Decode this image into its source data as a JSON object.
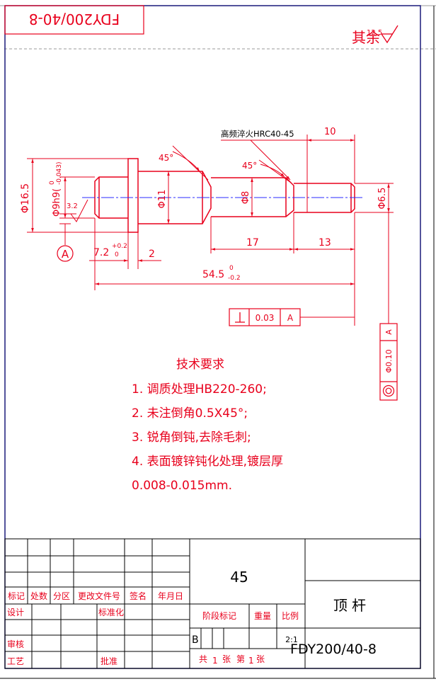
{
  "drawing_number_rotated": "FDY200/40-8",
  "surface_finish_note": {
    "prefix": "其余",
    "value": "12.5"
  },
  "hardening_note": "高频淬火HRC40-45",
  "dimensions": {
    "len_10": "10",
    "chamfer_left": "45°",
    "chamfer_right": "45°",
    "dia_16_5": "Φ16.5",
    "dia_9h9": "Φ9h9(",
    "tol_9h9_upper": "0",
    "tol_9h9_lower": "-0.043)",
    "rough_3_2": "3.2",
    "datum_a": "A",
    "dia_11": "Φ11",
    "dia_8": "Φ8",
    "dia_6_5": "Φ6.5",
    "len_7_2": "7.2",
    "tol_7_2_upper": "+0.2",
    "tol_7_2_lower": "0",
    "len_2": "2",
    "len_17": "17",
    "len_13": "13",
    "len_54_5": "54.5",
    "tol_54_5_upper": "0",
    "tol_54_5_lower": "-0.2"
  },
  "geometric_tolerances": {
    "perpendicularity_value": "0.03",
    "perpendicularity_datum": "A",
    "concentricity_value": "Φ0.10",
    "concentricity_datum": "A"
  },
  "technical_requirements": {
    "title": "技术要求",
    "items": [
      "1. 调质处理HB220-260;",
      "2. 未注倒角0.5X45°;",
      "3. 锐角倒钝,去除毛刺;",
      "4. 表面镀锌钝化处理,镀层厚",
      "0.008-0.015mm."
    ]
  },
  "title_block": {
    "material": "45",
    "part_name": "顶  杆",
    "drawing_number": "FDY200/40-8",
    "scale": "2:1",
    "stage_mark": "B",
    "labels": {
      "mark": "标记",
      "count": "处数",
      "zone": "分区",
      "change_doc": "更改文件号",
      "signature": "签名",
      "date": "年月日",
      "design": "设计",
      "standardize": "标准化",
      "stage_label": "阶段标记",
      "weight": "重量",
      "ratio": "比例",
      "review": "审核",
      "process": "工艺",
      "approve": "批准",
      "sheets_total": "共",
      "sheets_total_num": "1",
      "sheets_unit": "张",
      "sheet_no_prefix": "第",
      "sheet_no": "1",
      "sheet_no_unit": "张"
    }
  }
}
